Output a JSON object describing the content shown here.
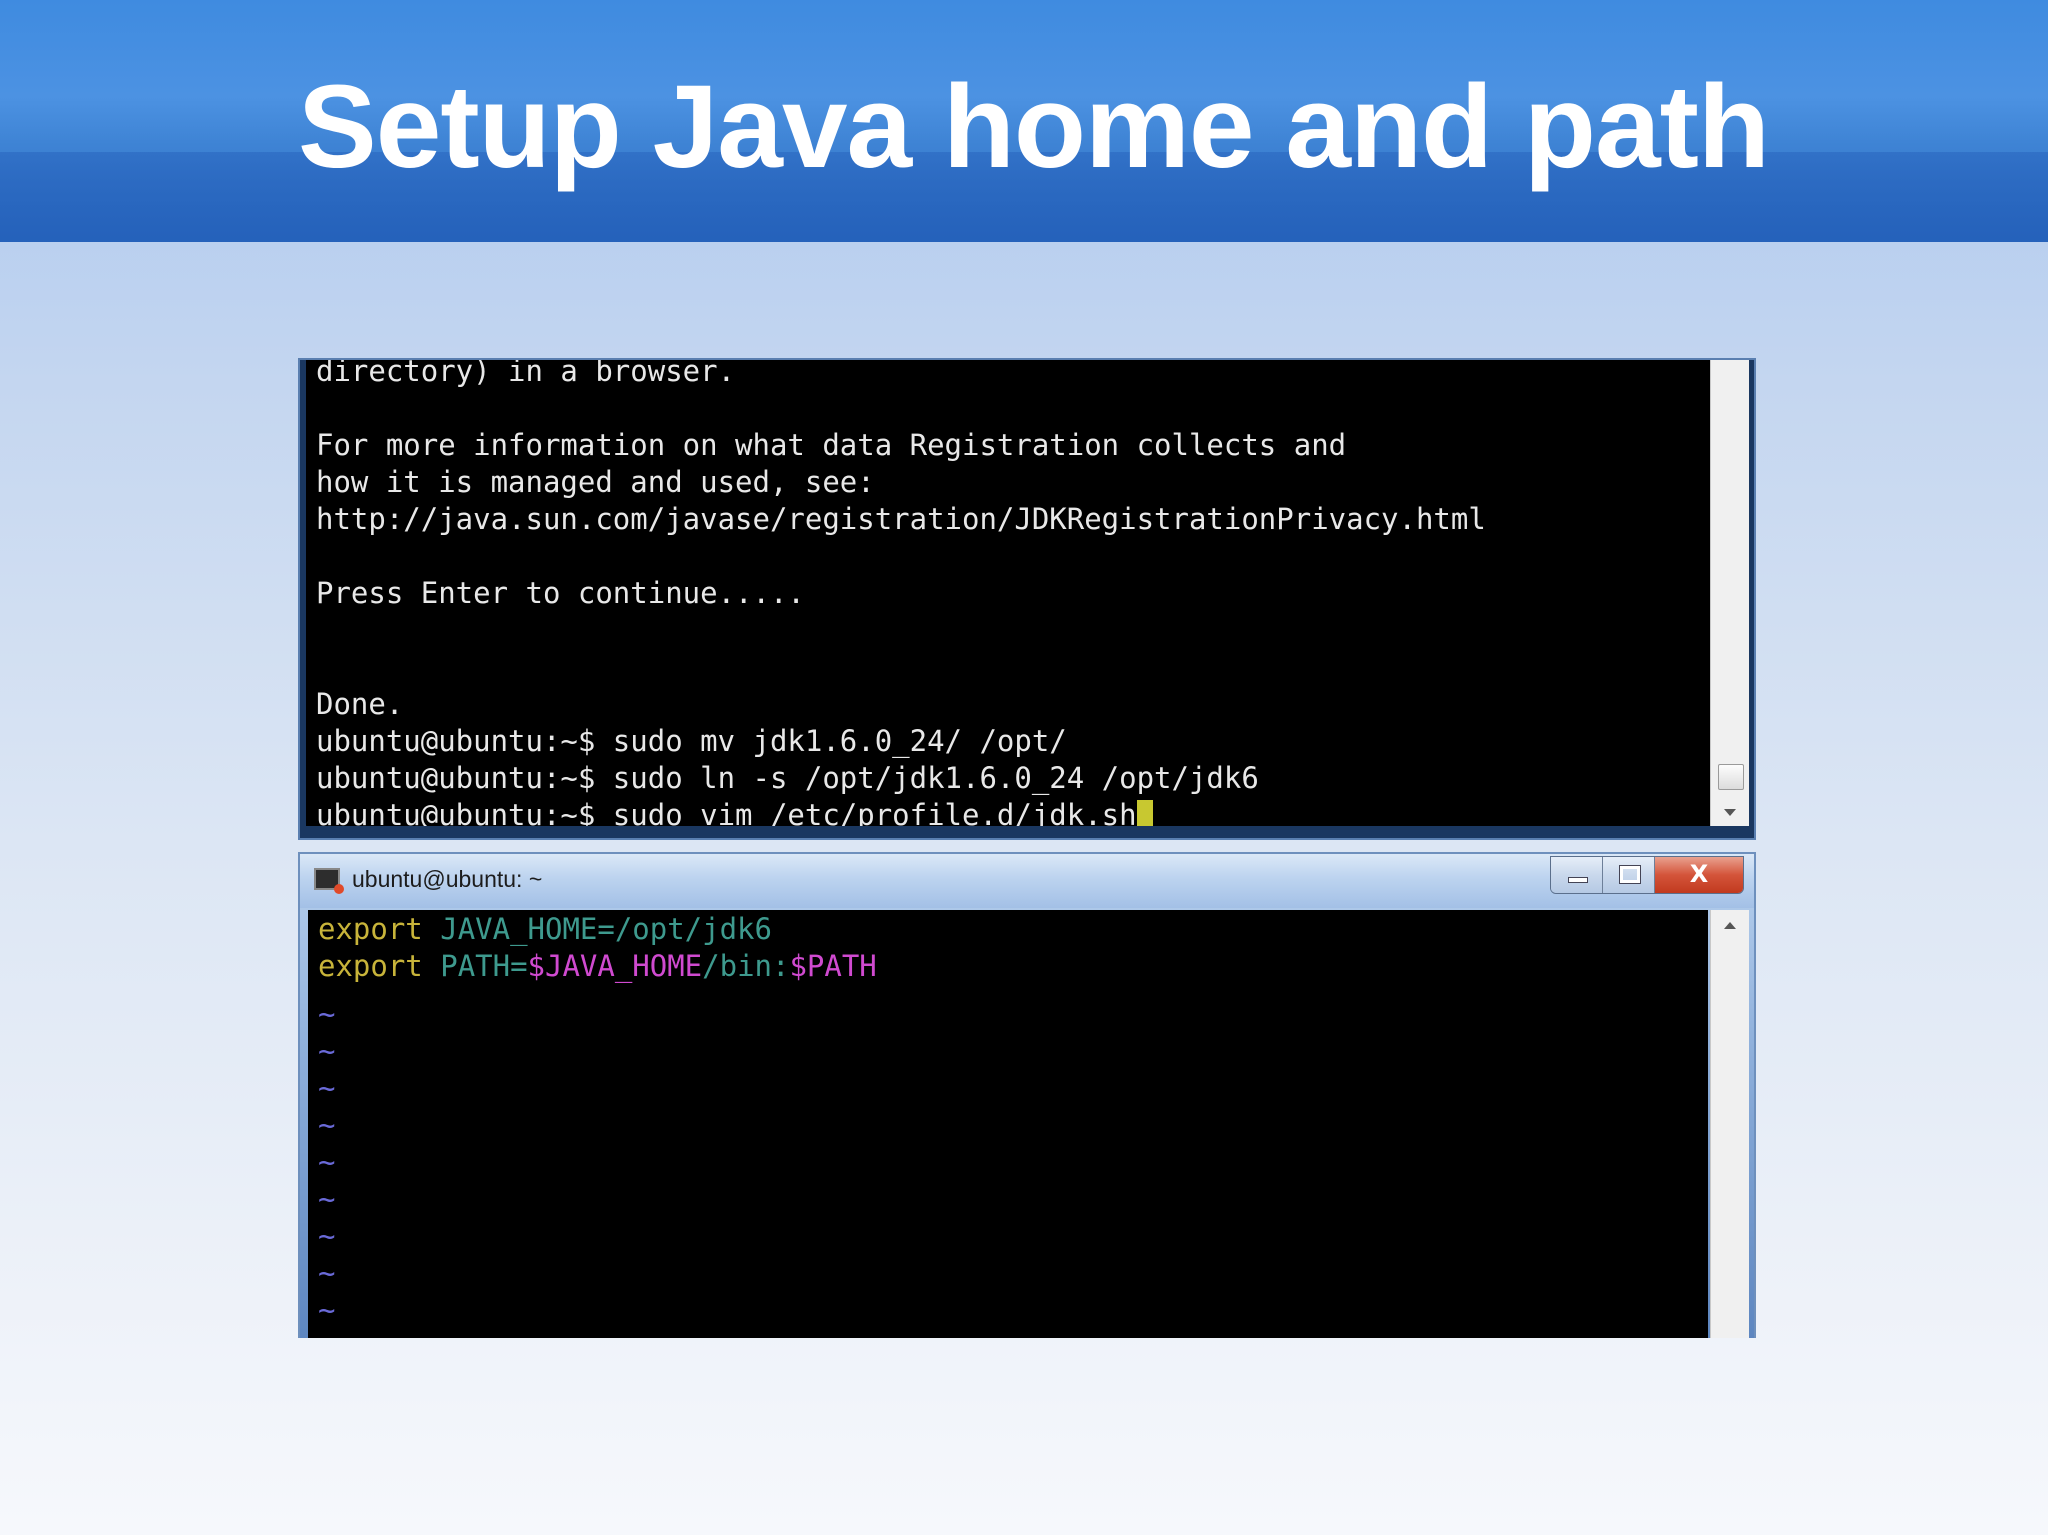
{
  "slide": {
    "title": "Setup Java home and path"
  },
  "terminal_top": {
    "lines": [
      "directory) in a browser.",
      "",
      "For more information on what data Registration collects and",
      "how it is managed and used, see:",
      "http://java.sun.com/javase/registration/JDKRegistrationPrivacy.html",
      "",
      "Press Enter to continue.....",
      "",
      "",
      "Done.",
      "ubuntu@ubuntu:~$ sudo mv jdk1.6.0_24/ /opt/",
      "ubuntu@ubuntu:~$ sudo ln -s /opt/jdk1.6.0_24 /opt/jdk6",
      "ubuntu@ubuntu:~$ sudo vim /etc/profile.d/jdk.sh"
    ]
  },
  "terminal_vim": {
    "window_title": "ubuntu@ubuntu: ~",
    "close_label": "X",
    "line1": {
      "keyword": "export",
      "assign": "JAVA_HOME=/opt/jdk6"
    },
    "line2": {
      "keyword": "export",
      "var": "PATH=",
      "ref1": "$JAVA_HOME",
      "mid": "/bin:",
      "ref2": "$PATH"
    },
    "tilde": "~"
  },
  "colors": {
    "header_blue": "#3f8be0",
    "terminal_bg": "#000000",
    "vim_keyword": "#c8b43a",
    "vim_var": "#3e9a8e",
    "vim_dollar": "#d04ad0",
    "cursor": "#c8c830"
  }
}
